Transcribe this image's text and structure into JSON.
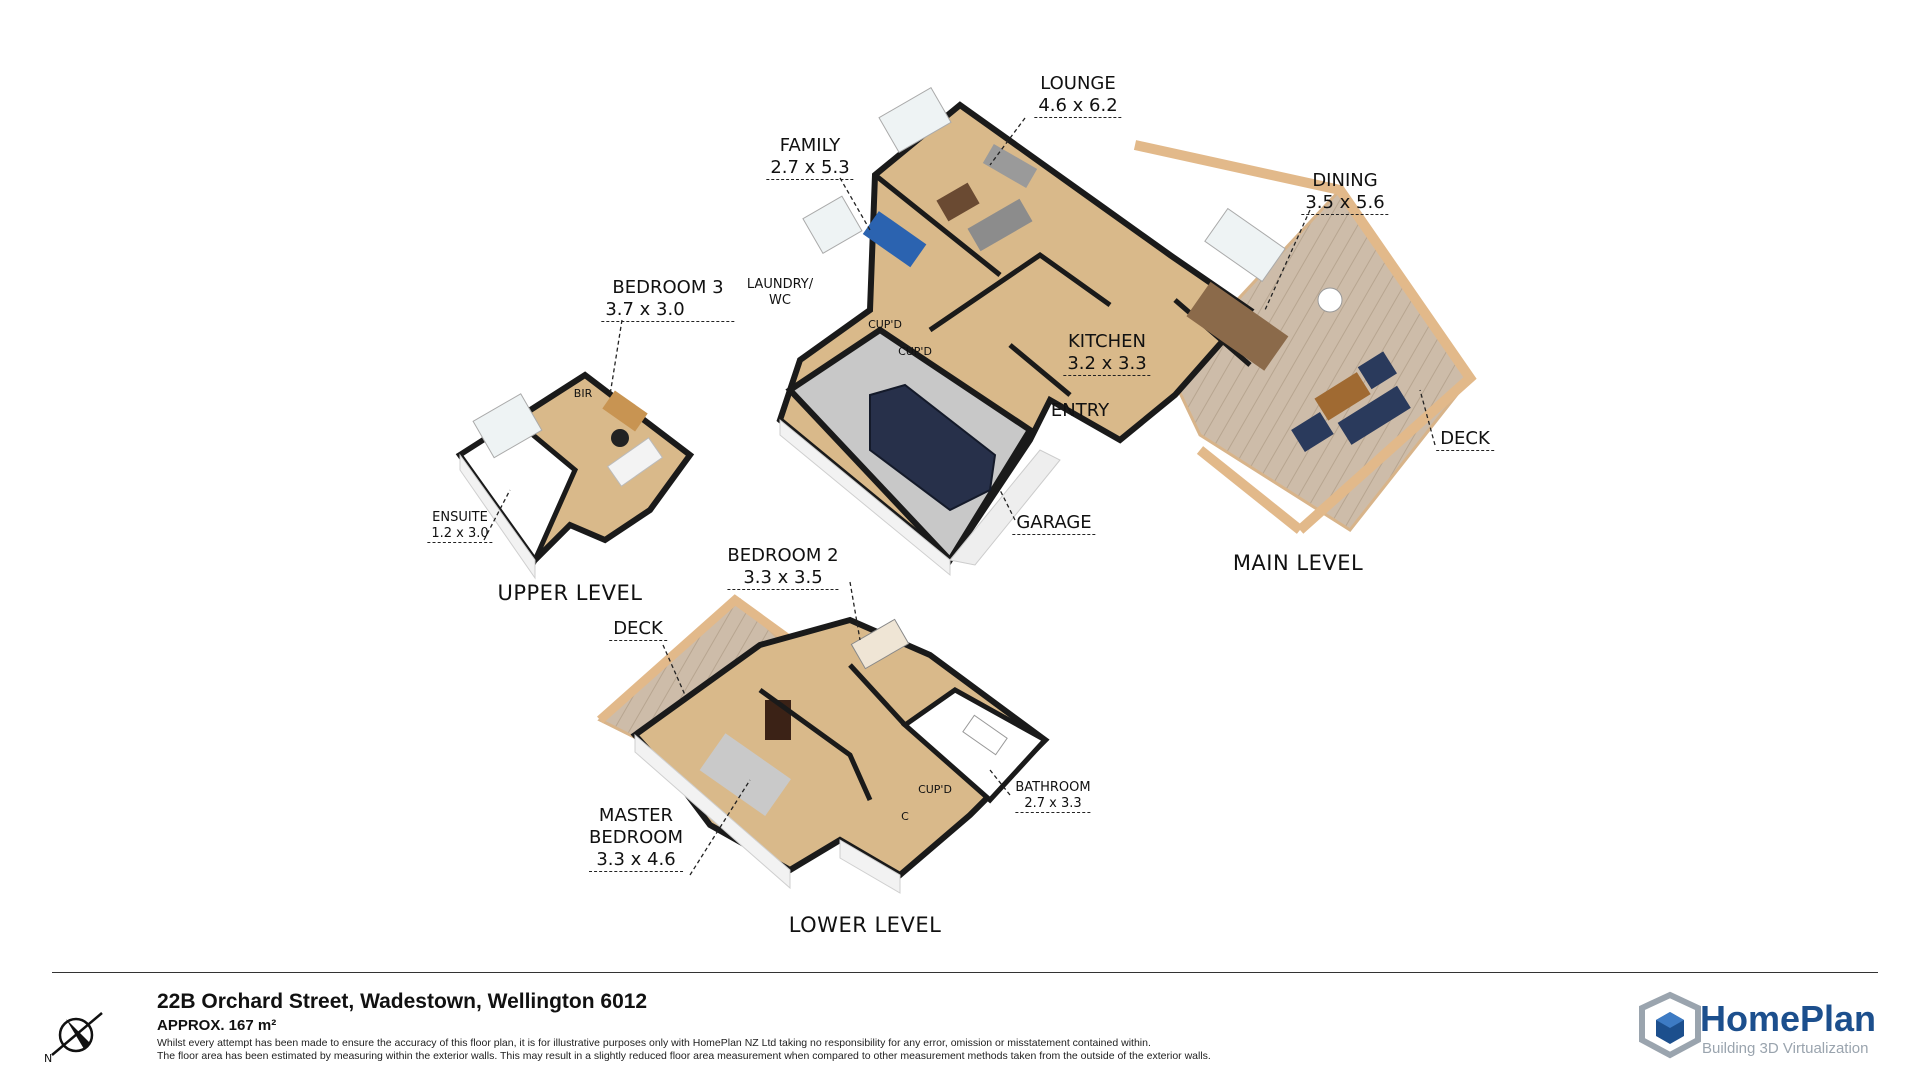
{
  "rooms": {
    "lounge": {
      "name": "LOUNGE",
      "dim": "4.6 x 6.2"
    },
    "family": {
      "name": "FAMILY",
      "dim": "2.7 x 5.3"
    },
    "dining": {
      "name": "DINING",
      "dim": "3.5 x 5.6"
    },
    "bedroom3": {
      "name": "BEDROOM 3",
      "dim": "3.7 x 3.0"
    },
    "laundry": {
      "name": "LAUNDRY/",
      "name2": "WC"
    },
    "kitchen": {
      "name": "KITCHEN",
      "dim": "3.2 x 3.3"
    },
    "entry": {
      "name": "ENTRY"
    },
    "deck_main": {
      "name": "DECK"
    },
    "garage": {
      "name": "GARAGE"
    },
    "ensuite": {
      "name": "ENSUITE",
      "dim": "1.2 x 3.0"
    },
    "bir": {
      "name": "BIR"
    },
    "cupd1": {
      "name": "CUP'D"
    },
    "cupd2": {
      "name": "CUP'D"
    },
    "bedroom2": {
      "name": "BEDROOM 2",
      "dim": "3.3 x 3.5"
    },
    "deck_lower": {
      "name": "DECK"
    },
    "master": {
      "name": "MASTER",
      "name2": "BEDROOM",
      "dim": "3.3 x 4.6"
    },
    "bathroom": {
      "name": "BATHROOM",
      "dim": "2.7 x 3.3"
    },
    "cupd3": {
      "name": "CUP'D"
    },
    "c": {
      "name": "C"
    }
  },
  "levels": {
    "main": "MAIN LEVEL",
    "upper": "UPPER LEVEL",
    "lower": "LOWER LEVEL"
  },
  "footer": {
    "address": "22B Orchard Street, Wadestown, Wellington 6012",
    "area": "APPROX. 167  m²",
    "disclaimer1": "Whilst every attempt has been made to ensure the accuracy of this floor plan, it is for illustrative purposes only with HomePlan NZ Ltd taking no responsibility for any error, omission or misstatement contained within.",
    "disclaimer2": "The floor area has been estimated by measuring within the exterior walls. This may result in a slightly reduced floor area measurement when compared to other measurement methods taken from the outside of the exterior walls.",
    "compass_label": "N"
  },
  "brand": {
    "name": "HomePlan",
    "tagline": "Building 3D Virtualization",
    "color": "#1c4f8d"
  },
  "colors": {
    "floor_wood": "#d9b98a",
    "floor_deck": "#c9b7a4",
    "wall": "#1a1a1a",
    "garage_floor": "#c8c8c8"
  }
}
